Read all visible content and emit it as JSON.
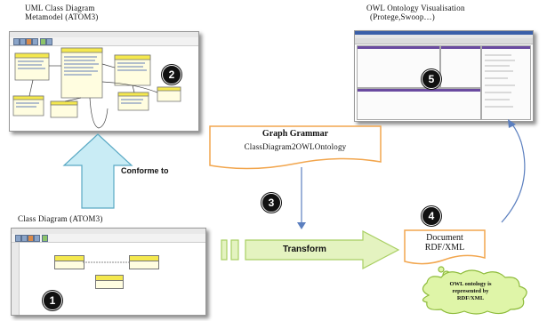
{
  "labels": {
    "uml_title_line1": "UML Class Diagram",
    "uml_title_line2": "Metamodel (ATOM3)",
    "owl_title_line1": "OWL Ontology Visualisation",
    "owl_title_line2": "(Protege,Swoop…)",
    "class_diagram_title": "Class Diagram (ATOM3)",
    "conforme_to": "Conforme to",
    "transform": "Transform",
    "graph_grammar_title": "Graph Grammar",
    "graph_grammar_name": "ClassDiagram2OWLOntology",
    "document_line1": "Document",
    "document_line2": "RDF/XML",
    "cloud_line1": "OWL ontology is",
    "cloud_line2": "represented  by",
    "cloud_line3": "RDF/XML"
  },
  "steps": [
    "1",
    "2",
    "3",
    "4",
    "5"
  ],
  "colors": {
    "up_arrow_fill": "#c9ecf5",
    "up_arrow_stroke": "#5aa9c4",
    "transform_arrow_fill": "#e4f3c0",
    "transform_arrow_stroke": "#a9cf63",
    "doc_border": "#f2a64e",
    "cloud_fill": "#dff5a8",
    "cloud_stroke": "#8dbb3a",
    "connector_blue": "#5b7fbf"
  }
}
